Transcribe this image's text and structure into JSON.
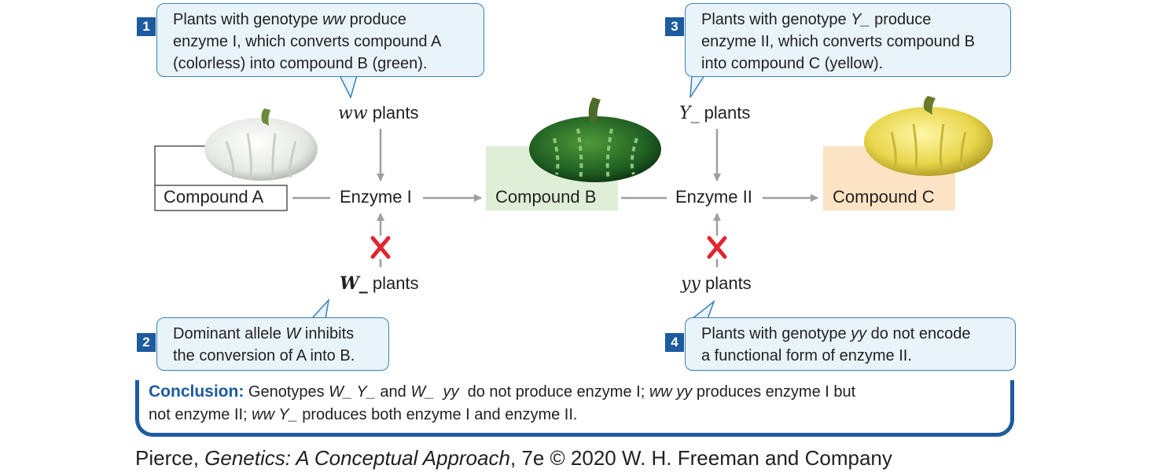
{
  "colors": {
    "accent_blue": "#1d5b9e",
    "callout_fill": "#e8f4fa",
    "arrow_gray": "#9e9e9e",
    "compound_b_fill": "#dfeed6",
    "compound_c_fill": "#fbe3c3",
    "block_red": "#e0262d"
  },
  "callouts": [
    {
      "number": "1",
      "line1_a": "Plants with genotype ",
      "line1_geno": "ww",
      "line1_b": " produce",
      "line2": "enzyme I, which converts compound A",
      "line3": "(colorless) into compound B (green)."
    },
    {
      "number": "2",
      "line1_a": "Dominant allele ",
      "line1_geno": "W",
      "line1_b": " inhibits",
      "line2": "the conversion of A into B."
    },
    {
      "number": "3",
      "line1_a": "Plants with genotype ",
      "line1_geno": "Y_",
      "line1_b": " produce",
      "line2": "enzyme II, which converts compound B",
      "line3": "into compound C (yellow)."
    },
    {
      "number": "4",
      "line1_a": "Plants with genotype ",
      "line1_geno": "yy",
      "line1_b": " do not encode",
      "line2": "a functional form of enzyme II."
    }
  ],
  "plants": {
    "ww": {
      "genotype": "ww",
      "label": " plants"
    },
    "W": {
      "genotype": "W_",
      "label": " plants"
    },
    "Y": {
      "genotype": "Y_",
      "label": " plants"
    },
    "yy": {
      "genotype": "yy",
      "label": " plants"
    }
  },
  "nodes": {
    "compound_a": "Compound A",
    "enzyme_1": "Enzyme I",
    "compound_b": "Compound B",
    "enzyme_2": "Enzyme II",
    "compound_c": "Compound C"
  },
  "images": {
    "squash_a": "white-squash-image",
    "squash_b": "green-squash-image",
    "squash_c": "yellow-squash-image"
  },
  "conclusion": {
    "heading": "Conclusion:",
    "t1": " Genotypes ",
    "g1": "W_ Y_",
    "t2": " and ",
    "g2": "W_  yy",
    "t3": "  do not produce enzyme I; ",
    "g3": "ww yy",
    "t4": " produces enzyme I but",
    "t5": "not enzyme II; ",
    "g4": "ww Y_",
    "t6": " produces both enzyme I and enzyme II."
  },
  "credit": {
    "author": "Pierce, ",
    "title": "Genetics: A Conceptual Approach",
    "rest": ", 7e © 2020 W. H. Freeman and Company"
  }
}
